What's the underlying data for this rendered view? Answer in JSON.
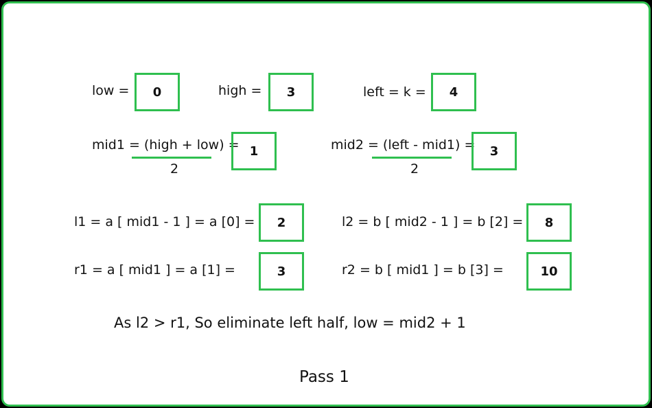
{
  "row1": {
    "low_label": "low =",
    "low_value": "0",
    "high_label": "high =",
    "high_value": "3",
    "left_label": "left = k =",
    "left_value": "4"
  },
  "row2": {
    "mid1_label": "mid1 = (high + low) =",
    "mid1_denominator": "2",
    "mid1_value": "1",
    "mid2_label": "mid2 = (left - mid1) =",
    "mid2_denominator": "2",
    "mid2_value": "3"
  },
  "row3": {
    "l1_label": "l1 = a [ mid1 - 1 ] = a [0] =",
    "l1_value": "2",
    "l2_label": "l2 = b [ mid2 - 1 ] = b [2] =",
    "l2_value": "8"
  },
  "row4": {
    "r1_label": "r1 = a [ mid1 ] = a [1] =",
    "r1_value": "3",
    "r2_label": "r2 = b [ mid1 ] = b [3] =",
    "r2_value": "10"
  },
  "conclusion": "As l2 > r1, So eliminate left half, low = mid2 + 1",
  "caption": "Pass 1",
  "colors": {
    "accent": "#2fbf4f",
    "text": "#111111",
    "background": "#ffffff"
  }
}
